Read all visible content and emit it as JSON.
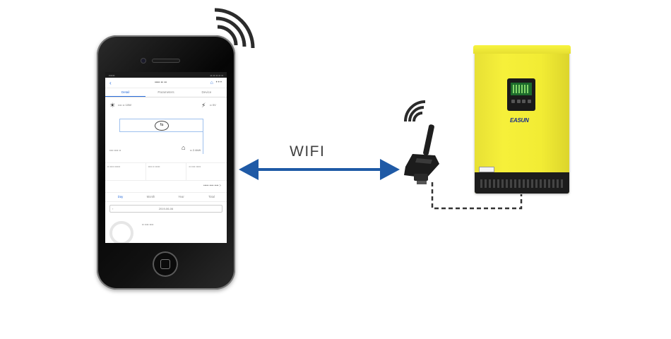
{
  "diagram": {
    "connection_label": "WIFI",
    "colors": {
      "arrow": "#1f5aa6",
      "dashed_cable": "#333333",
      "inverter_body": "#f2ec34",
      "signal": "#2b2b2b"
    }
  },
  "phone": {
    "app": {
      "status_left": "••••••",
      "status_right": "•• •• •• •• ••",
      "nav_title": "•••• •• ••",
      "tabs": [
        {
          "label": "Detail"
        },
        {
          "label": "Parameters"
        },
        {
          "label": "Device"
        }
      ],
      "flow_labels": {
        "pv": "•••• •• 10W",
        "grid": "•• 0V",
        "battery": "•••• •••• ••",
        "load": "•• 2.4kW"
      },
      "info_cells": [
        {
          "text": "•• •••• ••••••"
        },
        {
          "text": "•••• •• •••••"
        },
        {
          "text": "•• •••• •••••"
        }
      ],
      "detail_link": "••••• •••• •••• >",
      "periods": [
        {
          "label": "Day"
        },
        {
          "label": "Month"
        },
        {
          "label": "Year"
        },
        {
          "label": "Total"
        }
      ],
      "date": "2019-06-06",
      "bottom_text": "•• •••• ••••"
    }
  },
  "inverter": {
    "brand": "EASUN"
  }
}
